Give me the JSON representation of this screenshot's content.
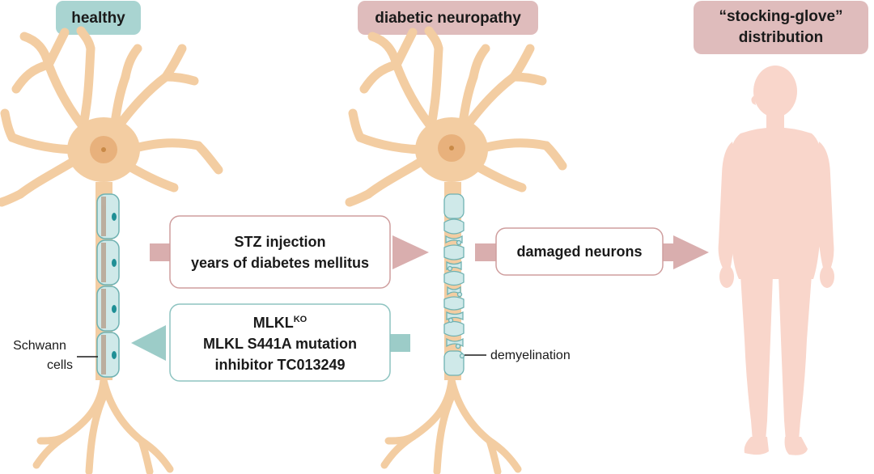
{
  "headers": {
    "healthy": "healthy",
    "diabetic": "diabetic neuropathy",
    "stocking_line1": "“stocking-glove”",
    "stocking_line2": "distribution"
  },
  "boxes": {
    "stz_line1": "STZ injection",
    "stz_line2": "years of diabetes mellitus",
    "damaged": "damaged neurons",
    "mlkl_base": "MLKL",
    "mlkl_sup": "KO",
    "mlkl_line2": "MLKL S441A mutation",
    "mlkl_line3": "inhibitor TC013249"
  },
  "labels": {
    "schwann_line1": "Schwann",
    "schwann_line2": "cells",
    "demyelination": "demyelination"
  },
  "colors": {
    "teal_header": "#a9d4d1",
    "pink_header": "#dfbcbc",
    "neuron": "#f5ceA0",
    "nucleus": "#e8b17c",
    "myelin": "#cde8e8",
    "pink_arrow": "#d9aeae",
    "teal_arrow": "#9cccc8",
    "body": "#f9d6cb"
  }
}
